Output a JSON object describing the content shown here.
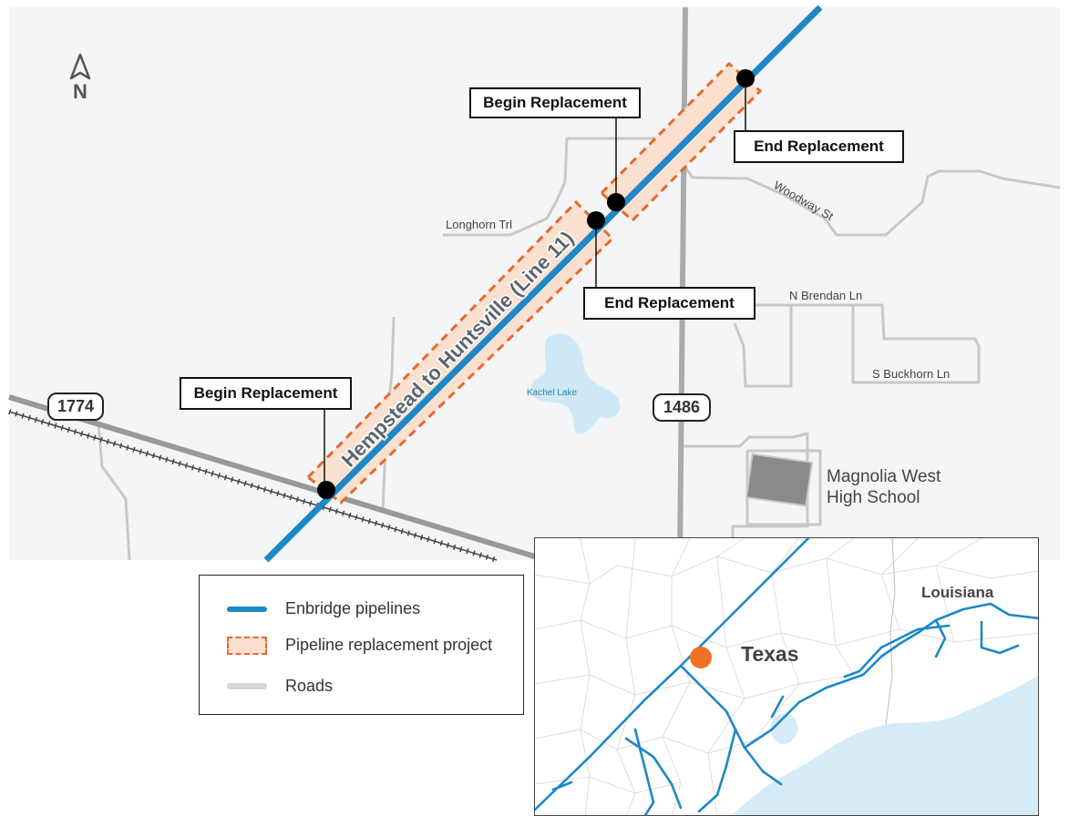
{
  "north_label": "N",
  "pipeline_label": "Hempstead to Huntsville (Line 11)",
  "callouts": {
    "begin_1": "Begin Replacement",
    "end_1": "End Replacement",
    "begin_2": "Begin Replacement",
    "end_2": "End Replacement"
  },
  "highways": {
    "h1774": "1774",
    "h1486": "1486"
  },
  "roads": {
    "longhorn": "Longhorn Trl",
    "woodway": "Woodway St",
    "n_brendan": "N Brendan Ln",
    "s_buckhorn": "S Buckhorn Ln"
  },
  "lake": "Kachel Lake",
  "school": {
    "line1": "Magnolia West",
    "line2": "High School"
  },
  "legend": {
    "pipelines": "Enbridge pipelines",
    "project": "Pipeline replacement project",
    "roads": "Roads"
  },
  "inset": {
    "texas": "Texas",
    "louisiana": "Louisiana"
  },
  "colors": {
    "pipeline": "#1e88c7",
    "project_fill": "#fbe0cf",
    "project_border": "#e8692b",
    "road": "#c8c8c8",
    "water": "#cfe8f6",
    "map_bg": "#f4f5f6",
    "location_marker": "#f07124"
  },
  "icons": {
    "north_arrow": "north-arrow-icon",
    "location": "location-dot-icon"
  }
}
